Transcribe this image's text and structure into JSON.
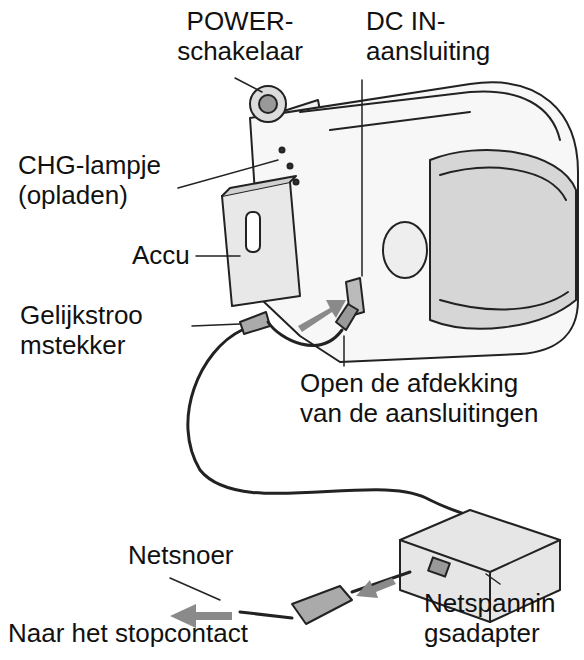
{
  "diagram": {
    "labels": [
      "POWER- schakelaar",
      "DC IN- aansluiting",
      "CHG-lampje (opladen)",
      "Accu",
      "Gelijkstroo mstekker",
      "Open de afdekking van de aansluitingen",
      "Netsnoer",
      "Naar het stopcontact",
      "Netspannin gsadapter"
    ]
  }
}
